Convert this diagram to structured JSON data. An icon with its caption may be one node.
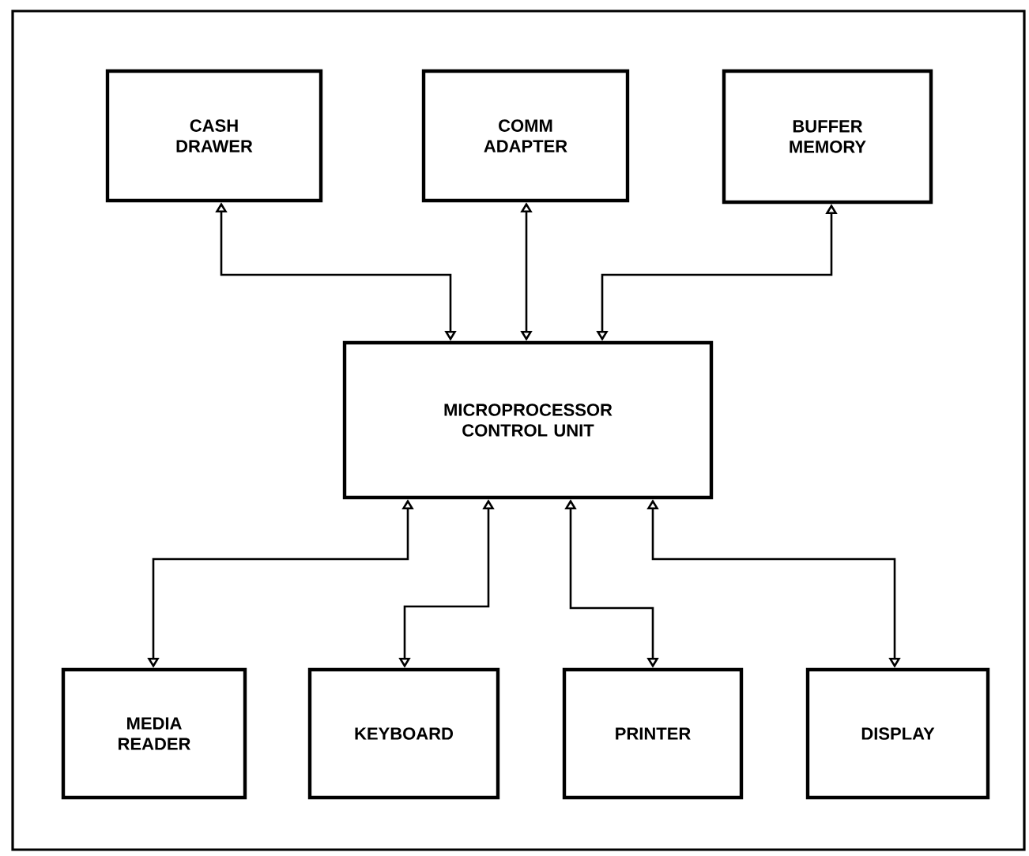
{
  "diagram": {
    "nodes": [
      {
        "text": [
          "CASH DRAWER"
        ]
      },
      {
        "text": [
          "COMM ADAPTER"
        ]
      },
      {
        "text": [
          "BUFFER MEMORY"
        ]
      },
      {
        "text": [
          "MICROPROCESSOR CONTROL UNIT"
        ]
      },
      {
        "text": [
          "MEDIA READER"
        ]
      },
      {
        "text": [
          "KEYBOARD"
        ]
      },
      {
        "text": [
          "PRINTER"
        ]
      },
      {
        "text": [
          "DISPLAY"
        ]
      }
    ],
    "edges": [
      {
        "from": 0,
        "to": 3,
        "arrow": "both"
      },
      {
        "from": 1,
        "to": 3,
        "arrow": "both"
      },
      {
        "from": 2,
        "to": 3,
        "arrow": "both"
      },
      {
        "from": 3,
        "to": 4,
        "arrow": "both"
      },
      {
        "from": 3,
        "to": 5,
        "arrow": "both"
      },
      {
        "from": 3,
        "to": 6,
        "arrow": "both"
      },
      {
        "from": 3,
        "to": 7,
        "arrow": "both"
      }
    ]
  }
}
